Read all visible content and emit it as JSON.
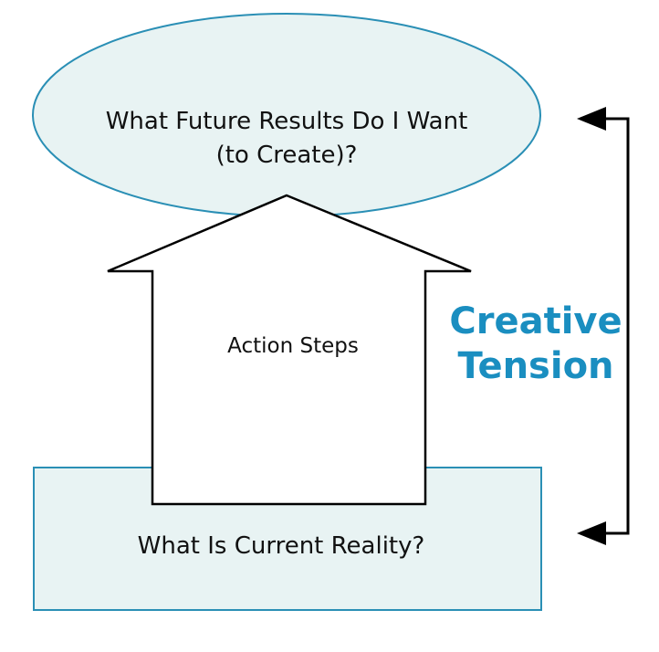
{
  "nodes": {
    "goal": {
      "label_line1": "What Future Results Do I Want",
      "label_line2": "(to Create)?"
    },
    "action": {
      "label": "Action Steps"
    },
    "reality": {
      "label": "What Is Current Reality?"
    }
  },
  "tension": {
    "label_line1": "Creative",
    "label_line2": "Tension"
  },
  "colors": {
    "fill_light": "#e8f3f3",
    "outline": "#2a8fb5",
    "accent_text": "#1a8ec0",
    "line": "#000000"
  }
}
